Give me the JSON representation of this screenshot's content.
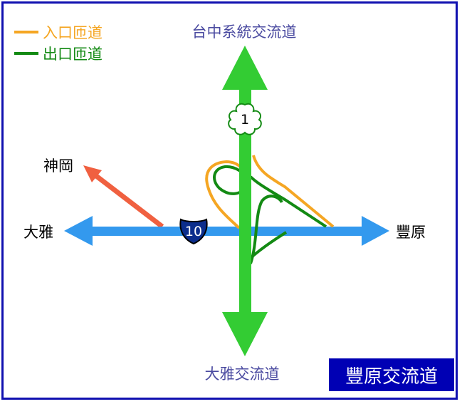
{
  "title": "豐原交流道",
  "legend": {
    "entrance": {
      "label": "入口匝道",
      "color": "#f5a623"
    },
    "exit": {
      "label": "出口匝道",
      "color": "#138a13"
    }
  },
  "labels": {
    "north": "台中系統交流道",
    "south": "大雅交流道",
    "west": "大雅",
    "east": "豐原",
    "northwest": "神岡"
  },
  "shields": {
    "freeway_1": "1",
    "freeway_10": "10"
  },
  "colors": {
    "frame": "#1010b0",
    "freeway_1": "#33cc33",
    "freeway_10": "#3399ee",
    "shenkang_road": "#f06040",
    "direction_text": "#4a4aa0",
    "title_bg": "#0000b4"
  }
}
